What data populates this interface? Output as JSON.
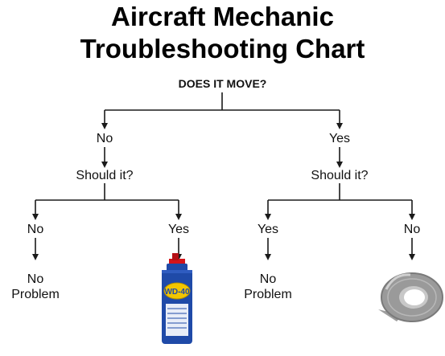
{
  "title": {
    "line1": "Aircraft Mechanic",
    "line2": "Troubleshooting Chart"
  },
  "root": {
    "question": "DOES IT MOVE?"
  },
  "left": {
    "answer": "No",
    "question": "Should it?",
    "no": {
      "answer": "No",
      "result_line1": "No",
      "result_line2": "Problem"
    },
    "yes": {
      "answer": "Yes",
      "result_icon": "wd40-spray-can-icon",
      "can_label": "WD-40"
    }
  },
  "right": {
    "answer": "Yes",
    "question": "Should it?",
    "yes": {
      "answer": "Yes",
      "result_line1": "No",
      "result_line2": "Problem"
    },
    "no": {
      "answer": "No",
      "result_icon": "duct-tape-roll-icon"
    }
  },
  "colors": {
    "line": "#1a1a1a",
    "can_blue": "#1f4aa8",
    "can_yellow": "#f2c500",
    "can_red": "#d4141a",
    "tape_gray": "#a8a8a8"
  }
}
